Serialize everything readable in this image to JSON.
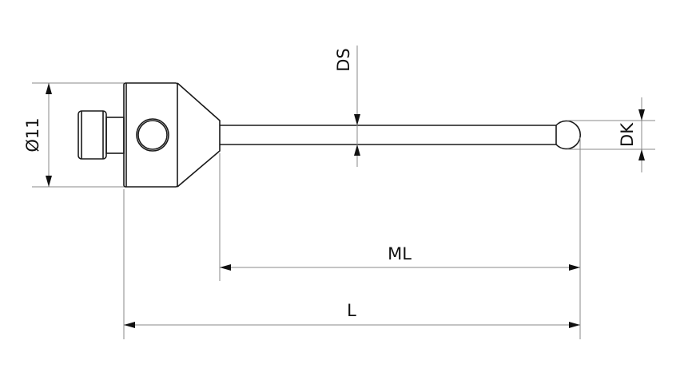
{
  "labels": {
    "diameter": "Ø11",
    "stem_diameter": "DS",
    "ball_diameter": "DK",
    "measuring_length": "ML",
    "total_length": "L"
  }
}
